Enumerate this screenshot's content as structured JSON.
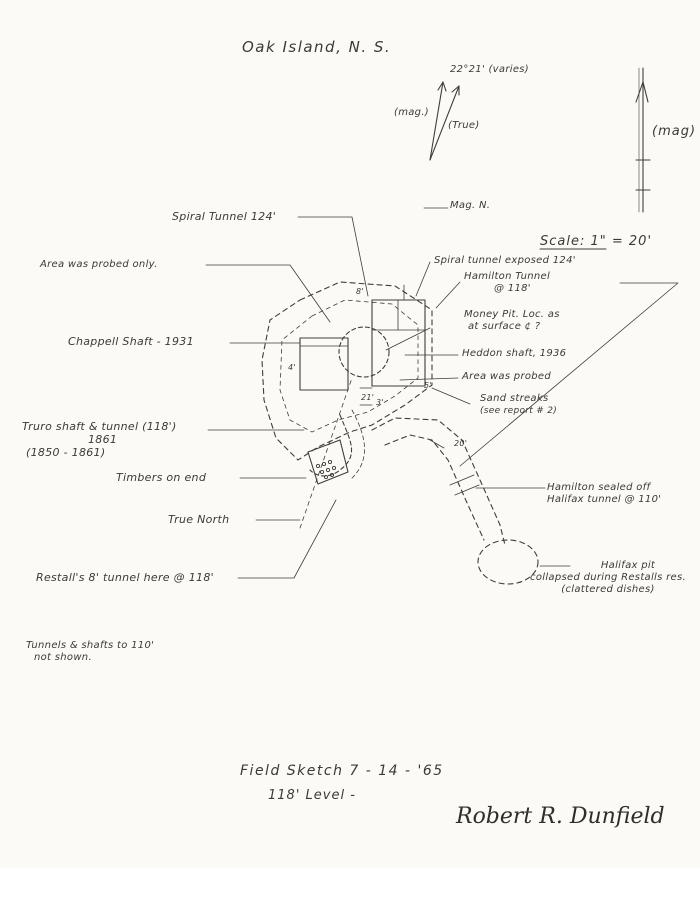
{
  "title": "Oak Island, N. S.",
  "compass": {
    "declination": "22°21' (varies)",
    "mag_label": "(mag.)",
    "true_label": "(True)",
    "bar_label": "(mag)"
  },
  "mag_north": "Mag. N.",
  "scale": "Scale: 1\" = 20'",
  "labels": {
    "spiral_tunnel_124": "Spiral Tunnel 124'",
    "area_probed_only": "Area was probed only.",
    "chappell_shaft": "Chappell Shaft - 1931",
    "truro_line1": "Truro shaft & tunnel (118')",
    "truro_line2": "1861",
    "truro_line3": "(1850 - 1861)",
    "timbers": "Timbers on end",
    "true_north": "True North",
    "restall_tunnel": "Restall's 8' tunnel here @ 118'",
    "spiral_exposed": "Spiral tunnel exposed 124'",
    "hamilton_line1": "Hamilton Tunnel",
    "hamilton_line2": "@ 118'",
    "money_pit_line1": "Money Pit. Loc. as",
    "money_pit_line2": "at surface ¢ ?",
    "heddon_shaft": "Heddon shaft, 1936",
    "area_probed": "Area was probed",
    "sand_line1": "Sand streaks",
    "sand_line2": "(see report # 2)",
    "hamilton_sealed_line1": "Hamilton sealed off",
    "hamilton_sealed_line2": "Halifax tunnel @ 110'",
    "halifax_line1": "Halifax pit",
    "halifax_line2": "collapsed during Restalls res.",
    "halifax_line3": "(clattered dishes)",
    "tunnels_line1": "Tunnels & shafts to 110'",
    "tunnels_line2": "not shown."
  },
  "dims": {
    "d21": "21'",
    "d3": "3'",
    "d5": "5'",
    "d4": "4'",
    "d20": "20'",
    "d8": "8'"
  },
  "footer": {
    "line1": "Field Sketch   7 - 14 - '65",
    "line2": "118' Level -",
    "signature": "Robert R. Dunfield"
  }
}
